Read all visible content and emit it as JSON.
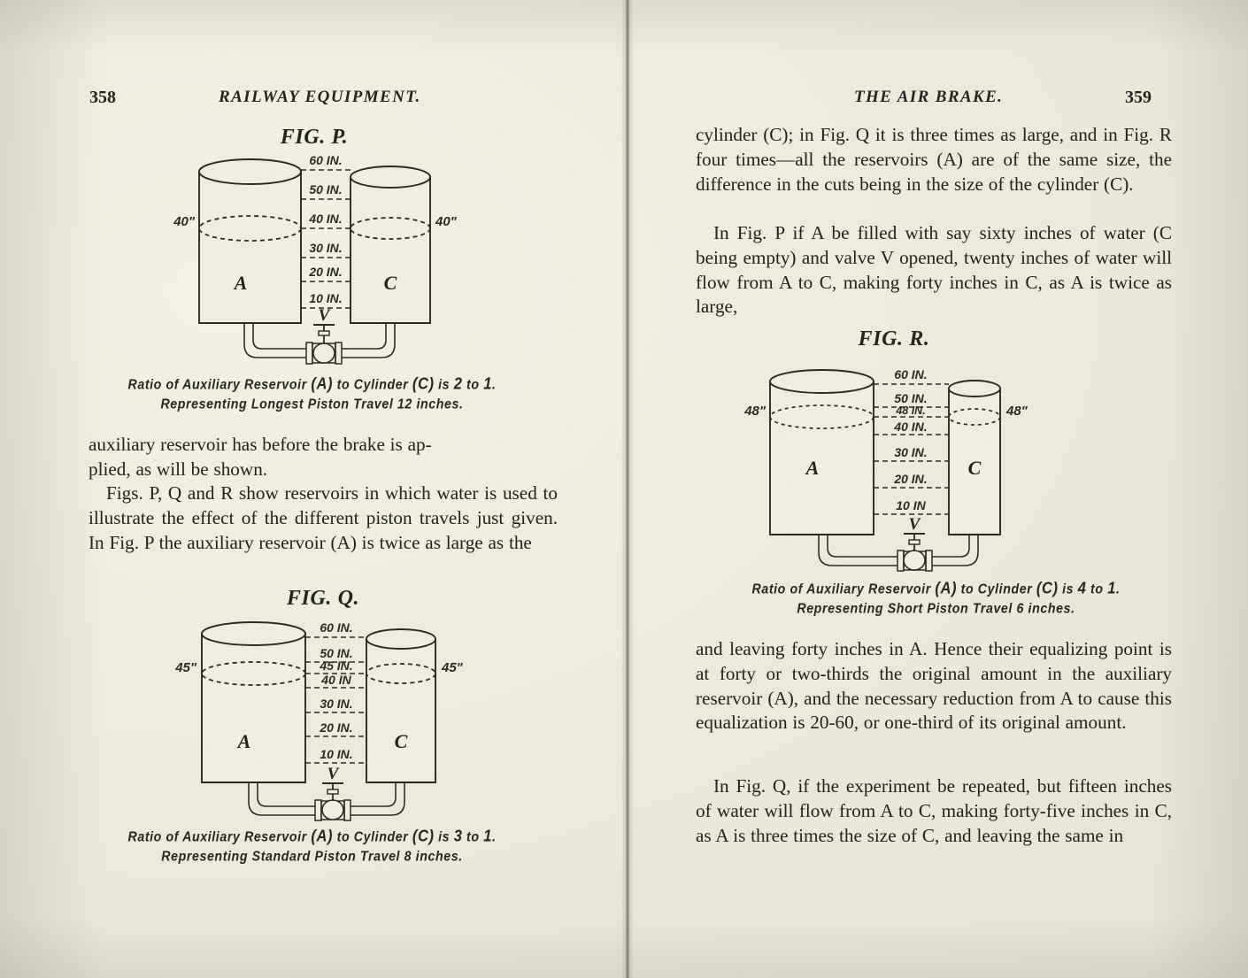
{
  "book": {
    "left_page": {
      "folio": "358",
      "running_head": "RAILWAY EQUIPMENT."
    },
    "right_page": {
      "folio": "359",
      "running_head": "THE AIR BRAKE."
    }
  },
  "figures": {
    "P": {
      "title": "FIG. P.",
      "scale_labels": [
        "60 IN.",
        "50 IN.",
        "40 IN.",
        "30 IN.",
        "20 IN.",
        "10 IN."
      ],
      "tank_a_label": "A",
      "tank_c_label": "C",
      "valve_label": "V",
      "level_left": "40\"",
      "level_right": "40\"",
      "caption_line1_a": "Ratio of Auxiliary Reservoir ",
      "caption_line1_b": "(A)",
      "caption_line1_c": " to Cylinder ",
      "caption_line1_d": "(C)",
      "caption_line1_e": " is ",
      "caption_line1_ratio1": "2",
      "caption_line1_f": " to ",
      "caption_line1_ratio2": "1",
      "caption_line1_g": ".",
      "caption_line2": "Representing Longest Piston Travel 12 inches."
    },
    "Q": {
      "title": "FIG. Q.",
      "scale_labels": [
        "60  IN.",
        "50  IN.",
        "45  IN.",
        "40  IN",
        "30  IN.",
        "20  IN.",
        "10  IN."
      ],
      "tank_a_label": "A",
      "tank_c_label": "C",
      "valve_label": "V",
      "level_left": "45\"",
      "level_right": "45\"",
      "caption_line1_a": "Ratio of Auxiliary Reservoir ",
      "caption_line1_b": "(A)",
      "caption_line1_c": " to Cylinder ",
      "caption_line1_d": "(C)",
      "caption_line1_e": " is ",
      "caption_line1_ratio1": "3",
      "caption_line1_f": " to ",
      "caption_line1_ratio2": "1",
      "caption_line1_g": ".",
      "caption_line2": "Representing Standard Piston Travel 8 inches."
    },
    "R": {
      "title": "FIG. R.",
      "scale_labels": [
        "60   IN.",
        "50   IN.",
        "48   IN.",
        "40   IN.",
        "30   IN.",
        "20   IN.",
        "10   IN"
      ],
      "tank_a_label": "A",
      "tank_c_label": "C",
      "valve_label": "V",
      "level_left": "48\"",
      "level_right": "48\"",
      "caption_line1_a": "Ratio of Auxiliary Reservoir ",
      "caption_line1_b": "(A)",
      "caption_line1_c": " to Cylinder ",
      "caption_line1_d": "(C)",
      "caption_line1_e": " is ",
      "caption_line1_ratio1": "4",
      "caption_line1_f": " to ",
      "caption_line1_ratio2": "1",
      "caption_line1_g": ".",
      "caption_line2": "Representing Short Piston Travel 6 inches."
    }
  },
  "text": {
    "left_par1_line1": "auxiliary reservoir has before the brake is ap-",
    "left_par1_line2": "plied, as will be shown.",
    "left_par2": "Figs. P, Q and R show reservoirs in which water is used to illustrate the effect of the different piston travels just given.  In Fig. P the auxiliary reservoir (A) is twice as large as the",
    "right_par1": "cylinder (C); in Fig. Q it is three times as large, and in Fig. R four times—all the reservoirs (A) are of the same size, the difference in the cuts being in the size of the cylinder (C).",
    "right_par2": "In Fig. P if A be filled with say sixty inches of water (C being empty) and valve V opened, twenty inches of water will flow from A to C, making forty inches in C, as A is twice as large,",
    "right_par3": "and leaving forty inches in A.  Hence their equalizing point is at forty or two-thirds the original amount in the auxiliary reservoir (A), and the necessary reduction from A to cause this equalization is 20-60, or one-third of its original amount.",
    "right_par4": "In Fig. Q, if the experiment be repeated, but fifteen inches of water will flow from A to C, making forty-five inches in C, as A is three times the size of C, and leaving the same in"
  }
}
